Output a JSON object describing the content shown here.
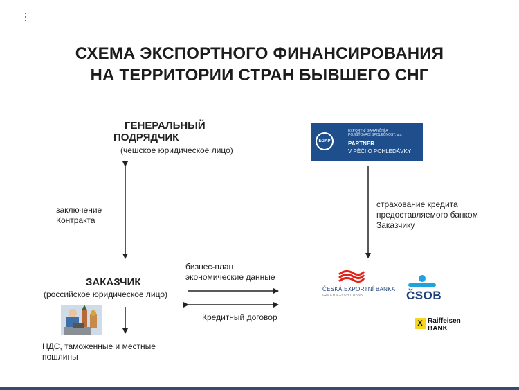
{
  "title": {
    "line1": "СХЕМА ЭКСПОРТНОГО ФИНАНСИРОВАНИЯ",
    "line2": "НА ТЕРРИТОРИИ СТРАН БЫВШЕГО СНГ"
  },
  "contractor": {
    "line1": "ГЕНЕРАЛЬНЫЙ",
    "line2": "ПОДРЯДЧИК",
    "subtitle": "(чешское юридическое лицо)"
  },
  "contract_label": {
    "line1": "заключение",
    "line2": "Контракта"
  },
  "customer": {
    "name": "ЗАКАЗЧИК",
    "subtitle": "(российское юридическое лицо)"
  },
  "business_plan": {
    "line1": "бизнес-план",
    "line2": "экономические данные"
  },
  "credit_agreement": "Кредитный договор",
  "duties": {
    "line1": "НДС, таможенные и местные",
    "line2": "пошлины"
  },
  "insurance": {
    "line1": "страхование кредита",
    "line2": "предоставляемого банком",
    "line3": "Заказчику"
  },
  "egap": {
    "mark": "EGAP",
    "small_line1": "EXPORTNÍ GARANČNÍ A",
    "small_line2": "POJIŠŤOVACÍ SPOLEČNOST, a.s.",
    "partner": "PARTNER",
    "tagline": "V PÉČI O POHLEDÁVKY",
    "color": "#1f4e8d"
  },
  "banks": {
    "ceb_name": "ČESKÁ EXPORTNÍ BANKA",
    "ceb_sub": "CZECH EXPORT BANK",
    "csob": "ČSOB",
    "raiffeisen_mark": "X",
    "raiffeisen_line1": "Raiffeisen",
    "raiffeisen_line2": "BANK",
    "ceb_color": "#e2231a",
    "csob_color": "#1a3f7a",
    "raiffeisen_color": "#f4d81f"
  }
}
